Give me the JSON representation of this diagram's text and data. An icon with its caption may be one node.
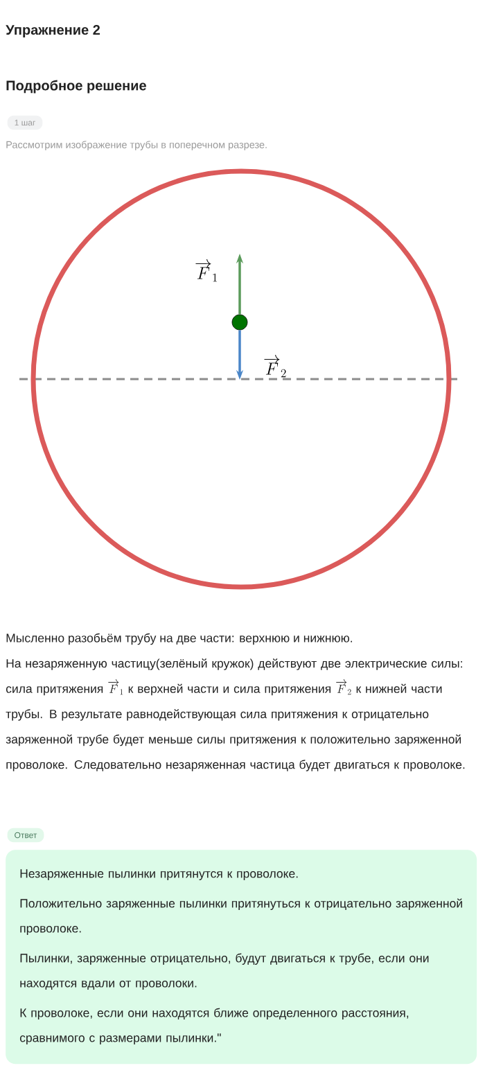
{
  "diagram": {
    "title": "Упражнение 2",
    "nodes": [
      {
        "text": [
          "1 шаг"
        ]
      },
      {
        "text": [],
        "shape": "circle"
      },
      {
        "text": [],
        "shape": "circle",
        "in": 1
      },
      {
        "text": [
          "Ответ"
        ]
      },
      {
        "text": [
          "Незаряженные пылинки притянутся к проволоке.",
          "Положительно заряженные пылинки притянуться к отрицательно заряженной проволоке.",
          "Пылинки, заряженные отрицательно, будут двигаться к трубе, если они находятся вдали от проволоки.",
          "К проволоке, если они находятся ближе определенного расстояния, сравнимого с размерами пылинки.\""
        ]
      }
    ],
    "edges": [
      {
        "from": 2,
        "to": null,
        "arrow": "to",
        "label": "\\overrightarrow{F}_1",
        "color": "#5b9b5b"
      },
      {
        "from": 2,
        "to": null,
        "arrow": "to",
        "label": "\\overrightarrow{F}_2",
        "color": "#4a86c8"
      }
    ],
    "labels": [
      "Подробное решение",
      "Рассмотрим изображение трубы в поперечном разрезе.",
      "Мысленно разобьём трубу на две части: верхнюю и нижнюю.",
      "На незаряженную частицу(зелёный кружок) действуют две электрические силы: сила притяжения",
      "\\overrightarrow{F}_1",
      "к верхней части и сила притяжения",
      "\\overrightarrow{F}_2",
      "к нижней части трубы. В результате равнодействующая сила притяжения к отрицательно заряженной трубе будет меньше силы притяжения к положительно заряженной проволоке. Следовательно незаряженная частица будет двигаться к проволоке."
    ]
  }
}
